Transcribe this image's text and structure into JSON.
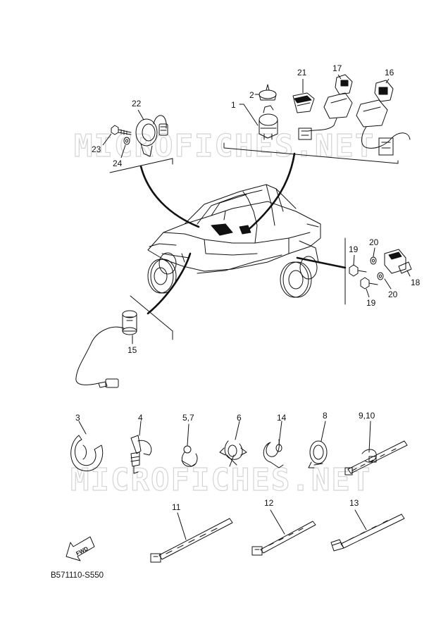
{
  "watermark": {
    "text": "MICROFICHES.NET"
  },
  "diagram_code": "B571110-S550",
  "fwd_label": "FWD",
  "callouts": {
    "c1": "1",
    "c2": "2",
    "c3": "3",
    "c4": "4",
    "c57": "5,7",
    "c6": "6",
    "c8": "8",
    "c910": "9,10",
    "c11": "11",
    "c12": "12",
    "c13": "13",
    "c14": "14",
    "c15": "15",
    "c16": "16",
    "c17": "17",
    "c18": "18",
    "c19a": "19",
    "c19b": "19",
    "c20a": "20",
    "c20b": "20",
    "c21": "21",
    "c22": "22",
    "c23": "23",
    "c24": "24"
  }
}
